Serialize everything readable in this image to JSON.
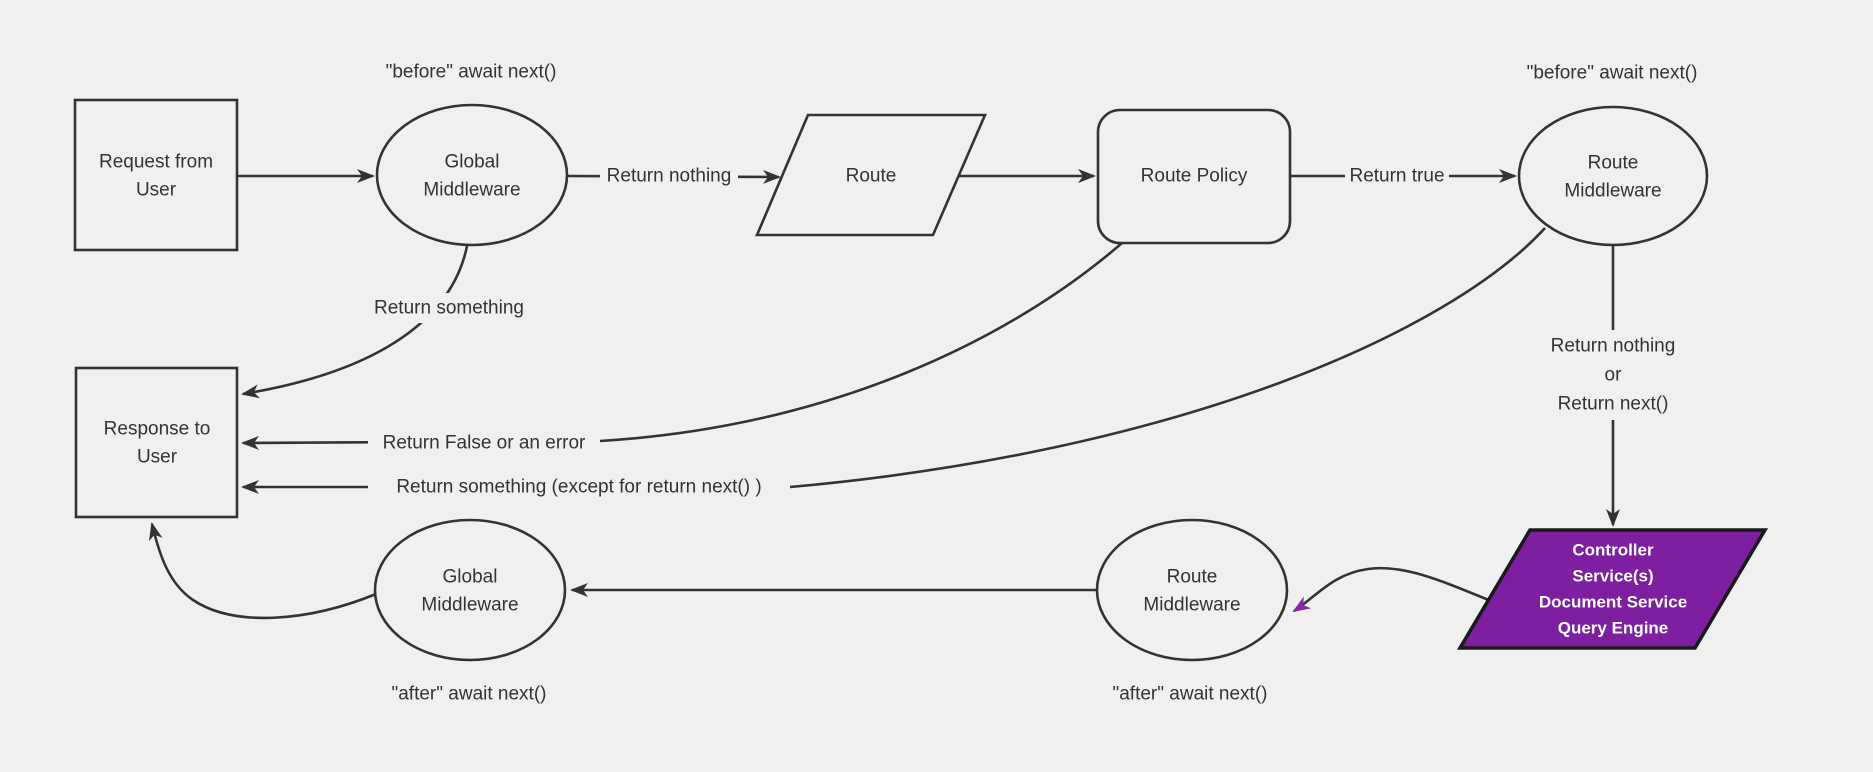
{
  "colors": {
    "background": "#f0f0f0",
    "line": "#333333",
    "text": "#333333",
    "controller_fill": "#7e1fa2",
    "controller_stroke": "#1a1a1a",
    "controller_text": "#ffffff",
    "purple_arrow": "#8b27ad"
  },
  "nodes": {
    "request": {
      "line1": "Request from",
      "line2": "User"
    },
    "global_middleware_top": {
      "line1": "Global",
      "line2": "Middleware"
    },
    "route": {
      "label": "Route"
    },
    "route_policy": {
      "label": "Route Policy"
    },
    "route_middleware_top": {
      "line1": "Route",
      "line2": "Middleware"
    },
    "response": {
      "line1": "Response to",
      "line2": "User"
    },
    "global_middleware_bottom": {
      "line1": "Global",
      "line2": "Middleware"
    },
    "route_middleware_bottom": {
      "line1": "Route",
      "line2": "Middleware"
    },
    "controller": {
      "line1": "Controller",
      "line2": "Service(s)",
      "line3": "Document Service",
      "line4": "Query Engine"
    }
  },
  "annotations": {
    "before_global": "\"before\" await next()",
    "before_route": "\"before\" await next()",
    "after_global": "\"after\" await next()",
    "after_route": "\"after\" await next()"
  },
  "edge_labels": {
    "return_nothing": "Return nothing",
    "return_true": "Return true",
    "return_something": "Return something",
    "return_false_or_error": "Return False or an error",
    "return_something_except": "Return something (except for return next() )",
    "return_nothing_or_line1": "Return nothing",
    "return_nothing_or_line2": "or",
    "return_nothing_or_line3": "Return next()"
  }
}
